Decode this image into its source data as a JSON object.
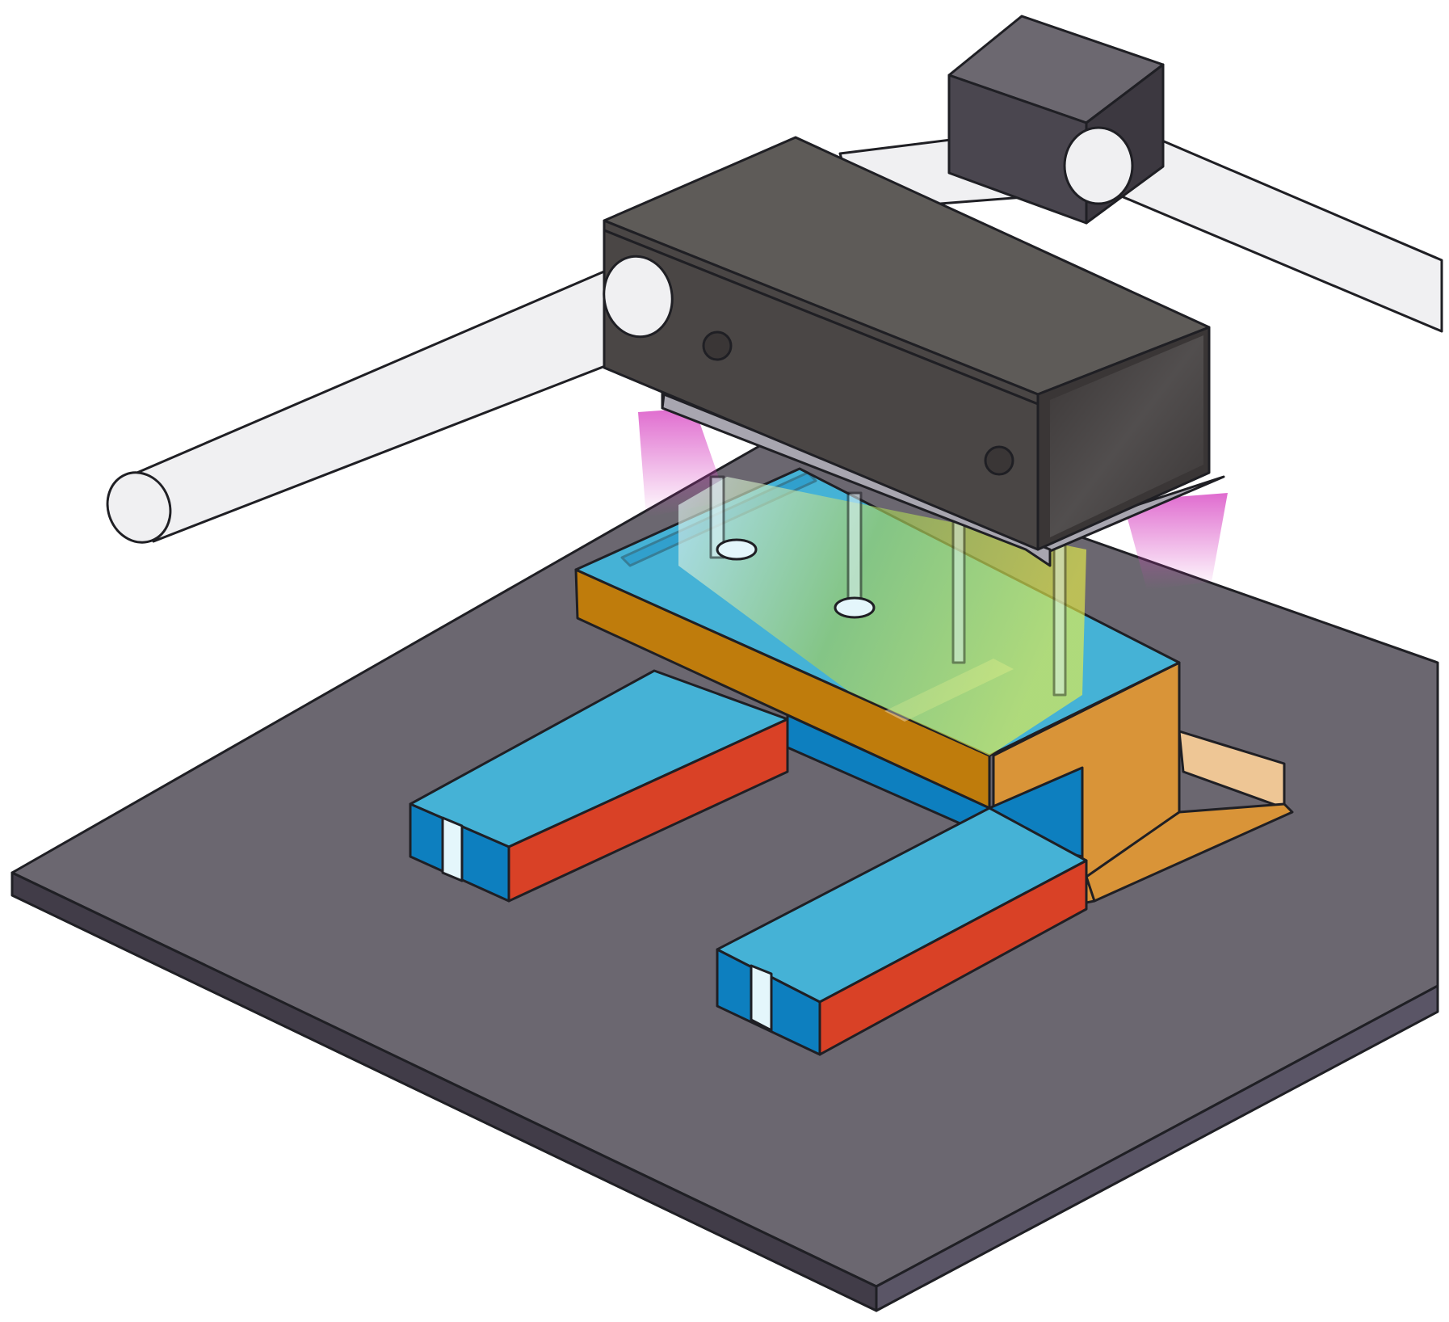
{
  "illustration": {
    "colors": {
      "background": "#ffffff",
      "outline": "#1f1f24",
      "build_plate_top": "#6b6770",
      "build_plate_front": "#413c48",
      "build_plate_right": "#5a5566",
      "rail": "#f0f0f2",
      "rail_block_front": "#4a464f",
      "rail_block_top": "#6c6870",
      "rail_block_side": "#3c3840",
      "printhead_top": "#5e5b58",
      "printhead_front": "#4a4645",
      "printhead_side": "#3a3636",
      "nozzle_plate": "#a8a6b0",
      "part_blue_top": "#45b2d6",
      "part_blue_side": "#0d7fbf",
      "part_red_side": "#d94126",
      "support_orange_light": "#d99438",
      "support_orange_dark": "#bf7c0c",
      "support_peach": "#eec695",
      "uv_magenta": "#d63ec0",
      "jet_green": "#a6cf5a",
      "jet_yellow": "#e8ef4a",
      "jet_white": "#e4f6fb"
    },
    "icons": [
      "build-plate",
      "guide-rail",
      "rail-carriage-block",
      "inkjet-printhead",
      "uv-curing-light",
      "material-droplets",
      "printed-part",
      "support-structure"
    ]
  }
}
